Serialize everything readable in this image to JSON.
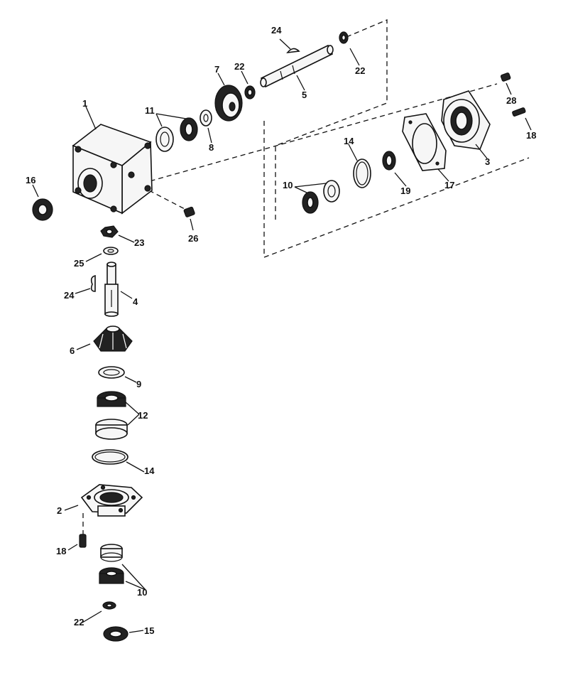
{
  "diagram": {
    "type": "exploded parts view",
    "colors": {
      "ink": "#111111",
      "background": "#ffffff",
      "shade": "#9a9a9a"
    },
    "callouts": {
      "c1": "1",
      "c2": "2",
      "c3": "3",
      "c4": "4",
      "c5": "5",
      "c6": "6",
      "c7": "7",
      "c8": "8",
      "c9": "9",
      "c10a": "10",
      "c10b": "10",
      "c11": "11",
      "c12": "12",
      "c14a": "14",
      "c14b": "14",
      "c15": "15",
      "c16": "16",
      "c17": "17",
      "c18a": "18",
      "c18b": "18",
      "c19": "19",
      "c22a": "22",
      "c22b": "22",
      "c22c": "22",
      "c23": "23",
      "c24a": "24",
      "c24b": "24",
      "c25": "25",
      "c26": "26",
      "c28": "28"
    }
  }
}
